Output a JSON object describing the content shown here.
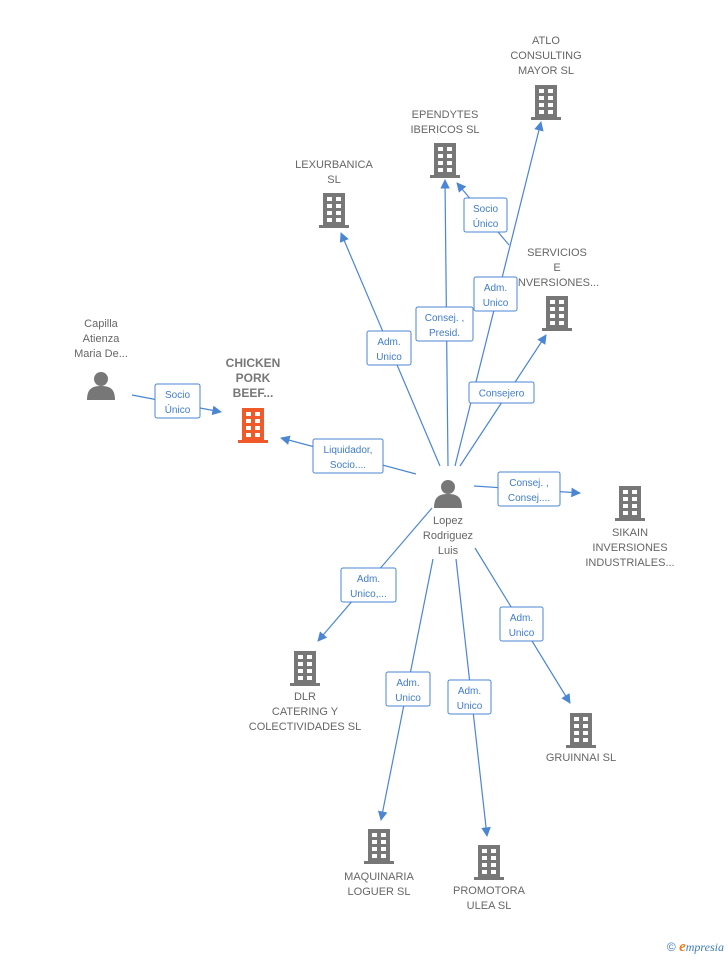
{
  "colors": {
    "edge": "#4a86d4",
    "company": "#777777",
    "focus_company": "#f05a28",
    "person": "#777777"
  },
  "nodes": [
    {
      "id": "center",
      "type": "person",
      "lines": [
        "Lopez",
        "Rodriguez",
        "Luis"
      ]
    },
    {
      "id": "capilla",
      "type": "person",
      "lines": [
        "Capilla",
        "Atienza",
        "Maria De..."
      ]
    },
    {
      "id": "chicken",
      "type": "company",
      "focus": true,
      "lines": [
        "CHICKEN",
        "PORK",
        "BEEF..."
      ]
    },
    {
      "id": "atlo",
      "type": "company",
      "lines": [
        "ATLO",
        "CONSULTING",
        "MAYOR SL"
      ]
    },
    {
      "id": "ependytes",
      "type": "company",
      "lines": [
        "EPENDYTES",
        "IBERICOS  SL"
      ]
    },
    {
      "id": "lexurbanica",
      "type": "company",
      "lines": [
        "LEXURBANICA",
        "SL"
      ]
    },
    {
      "id": "servicios",
      "type": "company",
      "lines": [
        "SERVICIOS",
        "E",
        "INVERSIONES..."
      ]
    },
    {
      "id": "sikain",
      "type": "company",
      "lines": [
        "SIKAIN",
        "INVERSIONES",
        "INDUSTRIALES..."
      ]
    },
    {
      "id": "dlr",
      "type": "company",
      "lines": [
        "DLR",
        "CATERING Y",
        "COLECTIVIDADES SL"
      ]
    },
    {
      "id": "gruinnai",
      "type": "company",
      "lines": [
        "GRUINNAI  SL"
      ]
    },
    {
      "id": "maquinaria",
      "type": "company",
      "lines": [
        "MAQUINARIA",
        "LOGUER SL"
      ]
    },
    {
      "id": "promotora",
      "type": "company",
      "lines": [
        "PROMOTORA",
        "ULEA  SL"
      ]
    }
  ],
  "edges": [
    {
      "from": "capilla",
      "to": "chicken",
      "label": [
        "Socio",
        "Único"
      ]
    },
    {
      "from": "center",
      "to": "chicken",
      "label": [
        "Liquidador,",
        "Socio...."
      ]
    },
    {
      "from": "center",
      "to": "lexurbanica",
      "label": [
        "Adm.",
        "Unico"
      ]
    },
    {
      "from": "center",
      "to": "ependytes",
      "label": [
        "Consej. ,",
        "Presid."
      ]
    },
    {
      "from": "servicios",
      "to": "ependytes",
      "label": [
        "Socio",
        "Único"
      ]
    },
    {
      "from": "center",
      "to": "atlo",
      "label": [
        "Adm.",
        "Unico"
      ]
    },
    {
      "from": "center",
      "to": "servicios",
      "label": [
        "Consejero"
      ]
    },
    {
      "from": "center",
      "to": "sikain",
      "label": [
        "Consej. ,",
        "Consej...."
      ]
    },
    {
      "from": "center",
      "to": "dlr",
      "label": [
        "Adm.",
        "Unico,..."
      ]
    },
    {
      "from": "center",
      "to": "gruinnai",
      "label": [
        "Adm.",
        "Unico"
      ]
    },
    {
      "from": "center",
      "to": "maquinaria",
      "label": [
        "Adm.",
        "Unico"
      ]
    },
    {
      "from": "center",
      "to": "promotora",
      "label": [
        "Adm.",
        "Unico"
      ]
    }
  ],
  "footer": {
    "copyright": "©",
    "brand_initial": "e",
    "brand_rest": "mpresia"
  }
}
